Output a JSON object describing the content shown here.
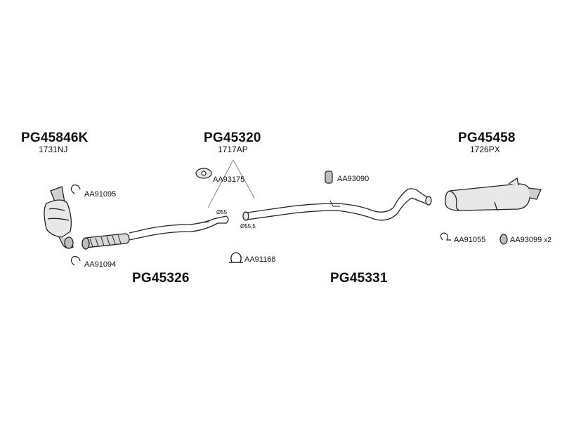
{
  "assemblies": [
    {
      "code": "PG45846K",
      "ref": "1731NJ"
    },
    {
      "code": "PG45320",
      "ref": "1717AP"
    },
    {
      "code": "PG45458",
      "ref": "1726PX"
    },
    {
      "code": "PG45326"
    },
    {
      "code": "PG45331"
    }
  ],
  "parts": {
    "clamp_top": "AA91095",
    "clamp_bottom": "AA91094",
    "gasket_mid": "AA93175",
    "clamp_mid": "AA91168",
    "hanger_mid": "AA93090",
    "clamp_rear": "AA91055",
    "hanger_rear": "AA93099",
    "hanger_rear_qty": "x2"
  },
  "dimensions": {
    "dia_front": "Ø55",
    "dia_rear": "Ø55,5"
  },
  "colors": {
    "line": "#222222",
    "fill_light": "#e8e8e8",
    "fill_mid": "#bdbdbd"
  }
}
